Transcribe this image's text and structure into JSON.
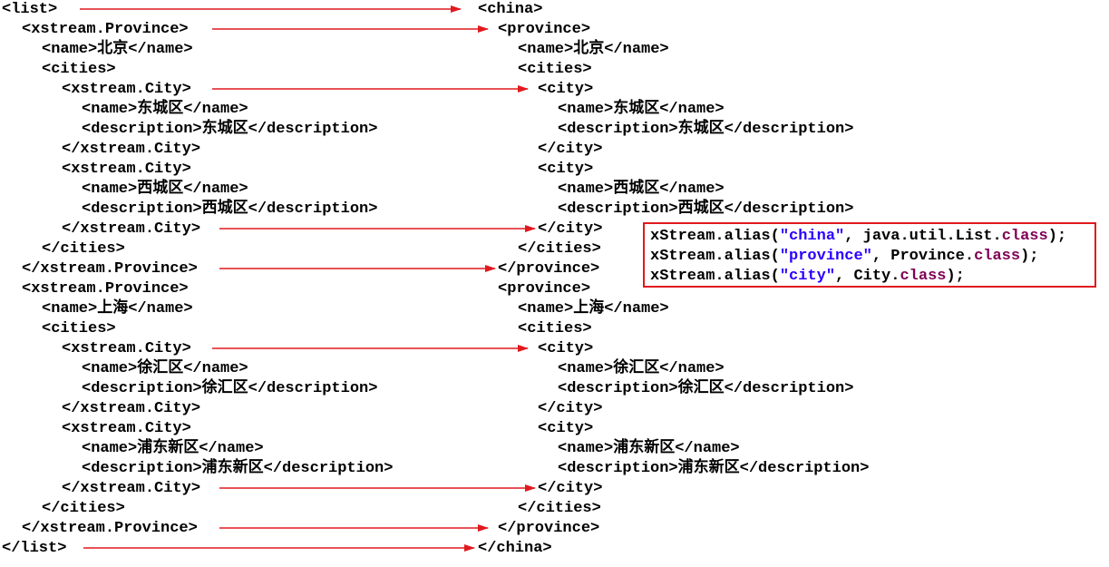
{
  "left_xml": [
    "<list>",
    "<xstream.Province>",
    "<name>北京</name>",
    "<cities>",
    "<xstream.City>",
    "<name>东城区</name>",
    "<description>东城区</description>",
    "</xstream.City>",
    "<xstream.City>",
    "<name>西城区</name>",
    "<description>西城区</description>",
    "</xstream.City>",
    "</cities>",
    "</xstream.Province>",
    "<xstream.Province>",
    "<name>上海</name>",
    "<cities>",
    "<xstream.City>",
    "<name>徐汇区</name>",
    "<description>徐汇区</description>",
    "</xstream.City>",
    "<xstream.City>",
    "<name>浦东新区</name>",
    "<description>浦东新区</description>",
    "</xstream.City>",
    "</cities>",
    "</xstream.Province>",
    "</list>"
  ],
  "right_xml": [
    "<china>",
    "<province>",
    "<name>北京</name>",
    "<cities>",
    "<city>",
    "<name>东城区</name>",
    "<description>东城区</description>",
    "</city>",
    "<city>",
    "<name>西城区</name>",
    "<description>西城区</description>",
    "</city>",
    "</cities>",
    "</province>",
    "<province>",
    "<name>上海</name>",
    "<cities>",
    "<city>",
    "<name>徐汇区</name>",
    "<description>徐汇区</description>",
    "</city>",
    "<city>",
    "<name>浦东新区</name>",
    "<description>浦东新区</description>",
    "</city>",
    "</cities>",
    "</province>",
    "</china>"
  ],
  "code_box": [
    {
      "prefix": "xStream.alias(",
      "string": "\"china\"",
      "middle": ", java.util.List.",
      "keyword": "class",
      "suffix": ");"
    },
    {
      "prefix": "xStream.alias(",
      "string": "\"province\"",
      "middle": ", Province.",
      "keyword": "class",
      "suffix": ");"
    },
    {
      "prefix": "xStream.alias(",
      "string": "\"city\"",
      "middle": ", City.",
      "keyword": "class",
      "suffix": ");"
    }
  ],
  "arrow_line_indices": [
    0,
    1,
    4,
    11,
    13,
    14,
    17,
    24,
    26,
    27
  ],
  "colors": {
    "arrow": "#e0191e",
    "string": "#2a00ff",
    "keyword": "#7f0055",
    "box_border": "#e0191e"
  }
}
